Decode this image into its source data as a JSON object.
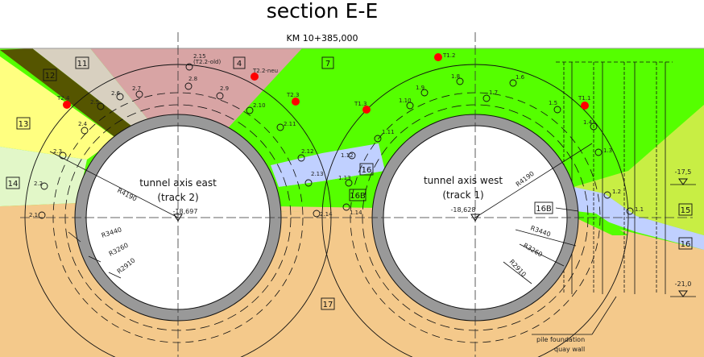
{
  "title": "section E-E",
  "chainage": "KM 10+385,000",
  "colors": {
    "sand": "#f4c98b",
    "green": "#55ff00",
    "yellow": "#ffff80",
    "olive": "#555500",
    "beige": "#d8d0c0",
    "pink": "#d8a4a4",
    "lightgreen": "#e2f7c8",
    "blue": "#c0d0ff",
    "yellowgreen": "#c8ee44",
    "lining": "#999999",
    "marker": "#ff0000"
  },
  "soil_layers": {
    "l4": "4",
    "l7": "7",
    "l11": "11",
    "l12": "12",
    "l13": "13",
    "l14": "14",
    "l15": "15",
    "l16a": "16",
    "l16b": "16",
    "l16B_a": "16B",
    "l16B_b": "16B",
    "l17": "17"
  },
  "tunnel_east": {
    "name": "tunnel axis east",
    "track": "(track 2)",
    "elevation": "-18,697",
    "r1": "R4190",
    "r2": "R3440",
    "r3": "R3260",
    "r4": "R2910"
  },
  "tunnel_west": {
    "name": "tunnel axis west",
    "track": "(track 1)",
    "elevation": "-18,628",
    "r1": "R4190",
    "r2": "R3440",
    "r3": "R3260",
    "r4": "R2910"
  },
  "levels": {
    "upper": "-17,5",
    "lower": "-21,0"
  },
  "pile_note": {
    "line1": "pile foundation",
    "line2": "quay wall"
  },
  "points_east": [
    "2.1",
    "2.2",
    "2.3",
    "2.4",
    "2.5",
    "2.6",
    "2.7",
    "2.8",
    "2.9",
    "2.10",
    "2.11",
    "2.12",
    "2.13",
    "2.14",
    "2.15",
    "(T2.2-old)"
  ],
  "points_west": [
    "1.1",
    "1.2",
    "1.3",
    "1.4",
    "1.5",
    "1.6",
    "1.7",
    "1.8",
    "1.9",
    "1.10",
    "1.11",
    "1.12",
    "1.13",
    "1.14"
  ],
  "survey_markers": [
    "T2.4",
    "T2.2-neu",
    "T2.3",
    "T1.3",
    "T1.2",
    "T1.1"
  ]
}
